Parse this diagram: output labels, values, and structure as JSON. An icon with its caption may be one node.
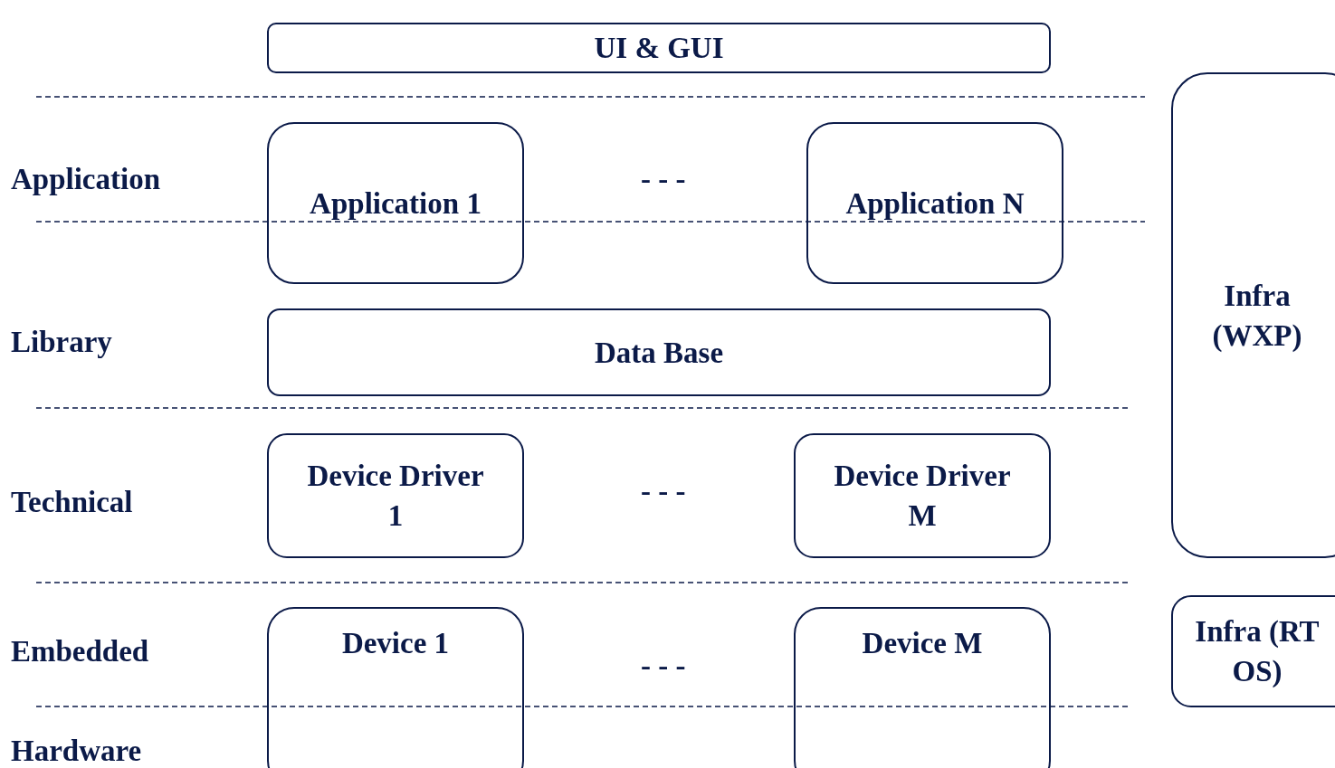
{
  "diagram": {
    "nodes": [
      {
        "text": [
          "UI & GUI"
        ]
      },
      {
        "text": [
          "Application 1"
        ]
      },
      {
        "text": [
          "Application N"
        ]
      },
      {
        "text": [
          "Data Base"
        ]
      },
      {
        "text": [
          "Device Driver 1"
        ]
      },
      {
        "text": [
          "Device Driver M"
        ]
      },
      {
        "text": [
          "Device 1"
        ]
      },
      {
        "text": [
          "Device M"
        ]
      },
      {
        "text": [
          "Infra (WXP)"
        ]
      },
      {
        "text": [
          "Infra (RT OS)"
        ]
      }
    ],
    "edges": [],
    "labels": [
      "Application",
      "- - -",
      "Library",
      "Technical",
      "- - -",
      "Embedded",
      "- - -",
      "Hardware"
    ]
  }
}
